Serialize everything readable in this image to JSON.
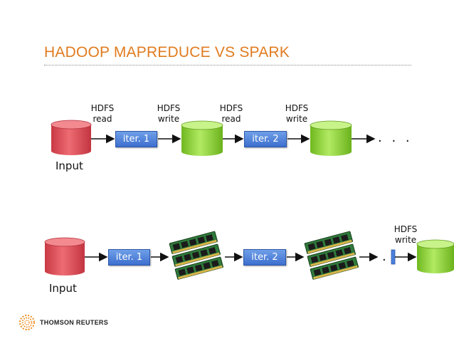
{
  "slide": {
    "title": "HADOOP MAPREDUCE VS SPARK",
    "brand": "THOMSON REUTERS"
  },
  "mapreduce": {
    "labels": [
      {
        "top": "HDFS",
        "bottom": "read"
      },
      {
        "top": "HDFS",
        "bottom": "write"
      },
      {
        "top": "HDFS",
        "bottom": "read"
      },
      {
        "top": "HDFS",
        "bottom": "write"
      }
    ],
    "iterations": [
      "iter. 1",
      "iter. 2"
    ],
    "continuation": ". . .",
    "input_label": "Input"
  },
  "spark": {
    "iterations": [
      "iter. 1",
      "iter. 2"
    ],
    "continuation": ".",
    "hdfs_label": {
      "top": "HDFS",
      "bottom": "write"
    },
    "input_label": "Input"
  },
  "colors": {
    "title": "#e07b1f",
    "input_db": "#e5525b",
    "output_db": "#8fd43a",
    "iter_box": "#4a7fdc"
  }
}
